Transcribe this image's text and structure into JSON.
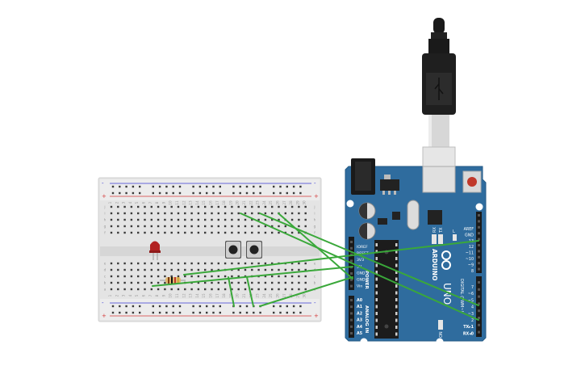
{
  "colors": {
    "board_blue": "#2f6c9e",
    "board_dark": "#245a85",
    "wire_green": "#3aa83a",
    "breadboard": "#e2e2e2",
    "rail_red": "#d43a3a",
    "rail_blue": "#3a3ad4",
    "usb_black": "#1a1a1a",
    "led_red": "#b22222",
    "reset_button": "#c0392b"
  },
  "arduino": {
    "brand": "ARDUINO",
    "model": "UNO",
    "on_label": "ON",
    "tx_label": "TX",
    "rx_label": "RX",
    "l_label": "L",
    "power_header_label": "POWER",
    "analog_header_label": "ANALOG IN",
    "digital_header_label": "DIGITAL (PWM~)",
    "power_pins": [
      "IOREF",
      "RESET",
      "3V3",
      "5V",
      "GND",
      "GND",
      "Vin"
    ],
    "analog_pins": [
      "A0",
      "A1",
      "A2",
      "A3",
      "A4",
      "A5"
    ],
    "digital_pins_top": [
      "AREF",
      "GND",
      "13",
      "12",
      "~11",
      "~10",
      "~9",
      "8"
    ],
    "digital_pins_bottom": [
      "7",
      "~6",
      "~5",
      "4",
      "~3",
      "2",
      "TX▸1",
      "RX◂0"
    ]
  },
  "breadboard": {
    "rail_plus": "+",
    "rail_minus": "-",
    "row_letters_top": [
      "j",
      "i",
      "h",
      "g",
      "f"
    ],
    "row_letters_bottom": [
      "e",
      "d",
      "c",
      "b",
      "a"
    ],
    "columns": [
      "1",
      "2",
      "3",
      "4",
      "5",
      "6",
      "7",
      "8",
      "9",
      "10",
      "11",
      "12",
      "13",
      "14",
      "15",
      "16",
      "17",
      "18",
      "19",
      "20",
      "21",
      "22",
      "23",
      "24",
      "25",
      "26",
      "27",
      "28",
      "29",
      "30"
    ]
  },
  "components": {
    "led": "led",
    "resistor": "resistor",
    "buttons": [
      "pushbutton",
      "pushbutton"
    ],
    "usb": "usb-cable"
  }
}
